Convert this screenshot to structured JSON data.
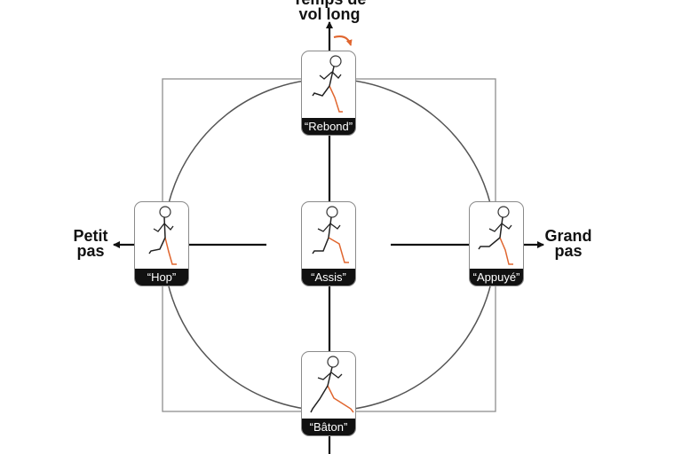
{
  "axes": {
    "top": {
      "line1": "Temps de",
      "line2": "vol long"
    },
    "left": {
      "line1": "Petit",
      "line2": "pas"
    },
    "right": {
      "line1": "Grand",
      "line2": "pas"
    }
  },
  "cards": {
    "top": "“Rebond”",
    "left": "“Hop”",
    "center": "“Assis”",
    "right": "“Appuyé”",
    "bottom": "“Bâton”"
  },
  "colors": {
    "line": "#111111",
    "frame": "#8a8a8a",
    "accent": "#e0662f",
    "caption_bg": "#111111"
  }
}
